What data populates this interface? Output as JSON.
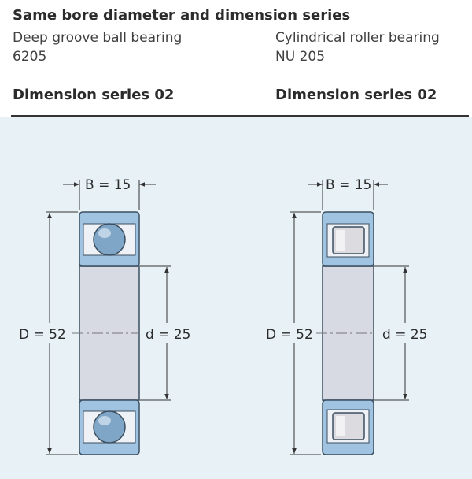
{
  "header": {
    "title": "Same bore diameter and dimension series",
    "left": {
      "type_label": "Deep groove ball bearing",
      "designation": "6205",
      "series_label": "Dimension series 02"
    },
    "right": {
      "type_label": "Cylindrical roller bearing",
      "designation": "NU 205",
      "series_label": "Dimension series 02"
    }
  },
  "diagrams": {
    "ball": {
      "width_label": "B = 15",
      "outer_label": "D = 52",
      "bore_label": "d = 25"
    },
    "roller": {
      "width_label": "B = 15",
      "outer_label": "D = 52",
      "bore_label": "d = 25"
    }
  },
  "colors": {
    "background": "#e7f1f6",
    "ring_fill": "#9fc3e0",
    "ring_stroke": "#3c4f60",
    "bore_fill": "#d7d9e3",
    "ball_fill": "#7fa6c6",
    "roller_fill": "#dcdce0"
  }
}
